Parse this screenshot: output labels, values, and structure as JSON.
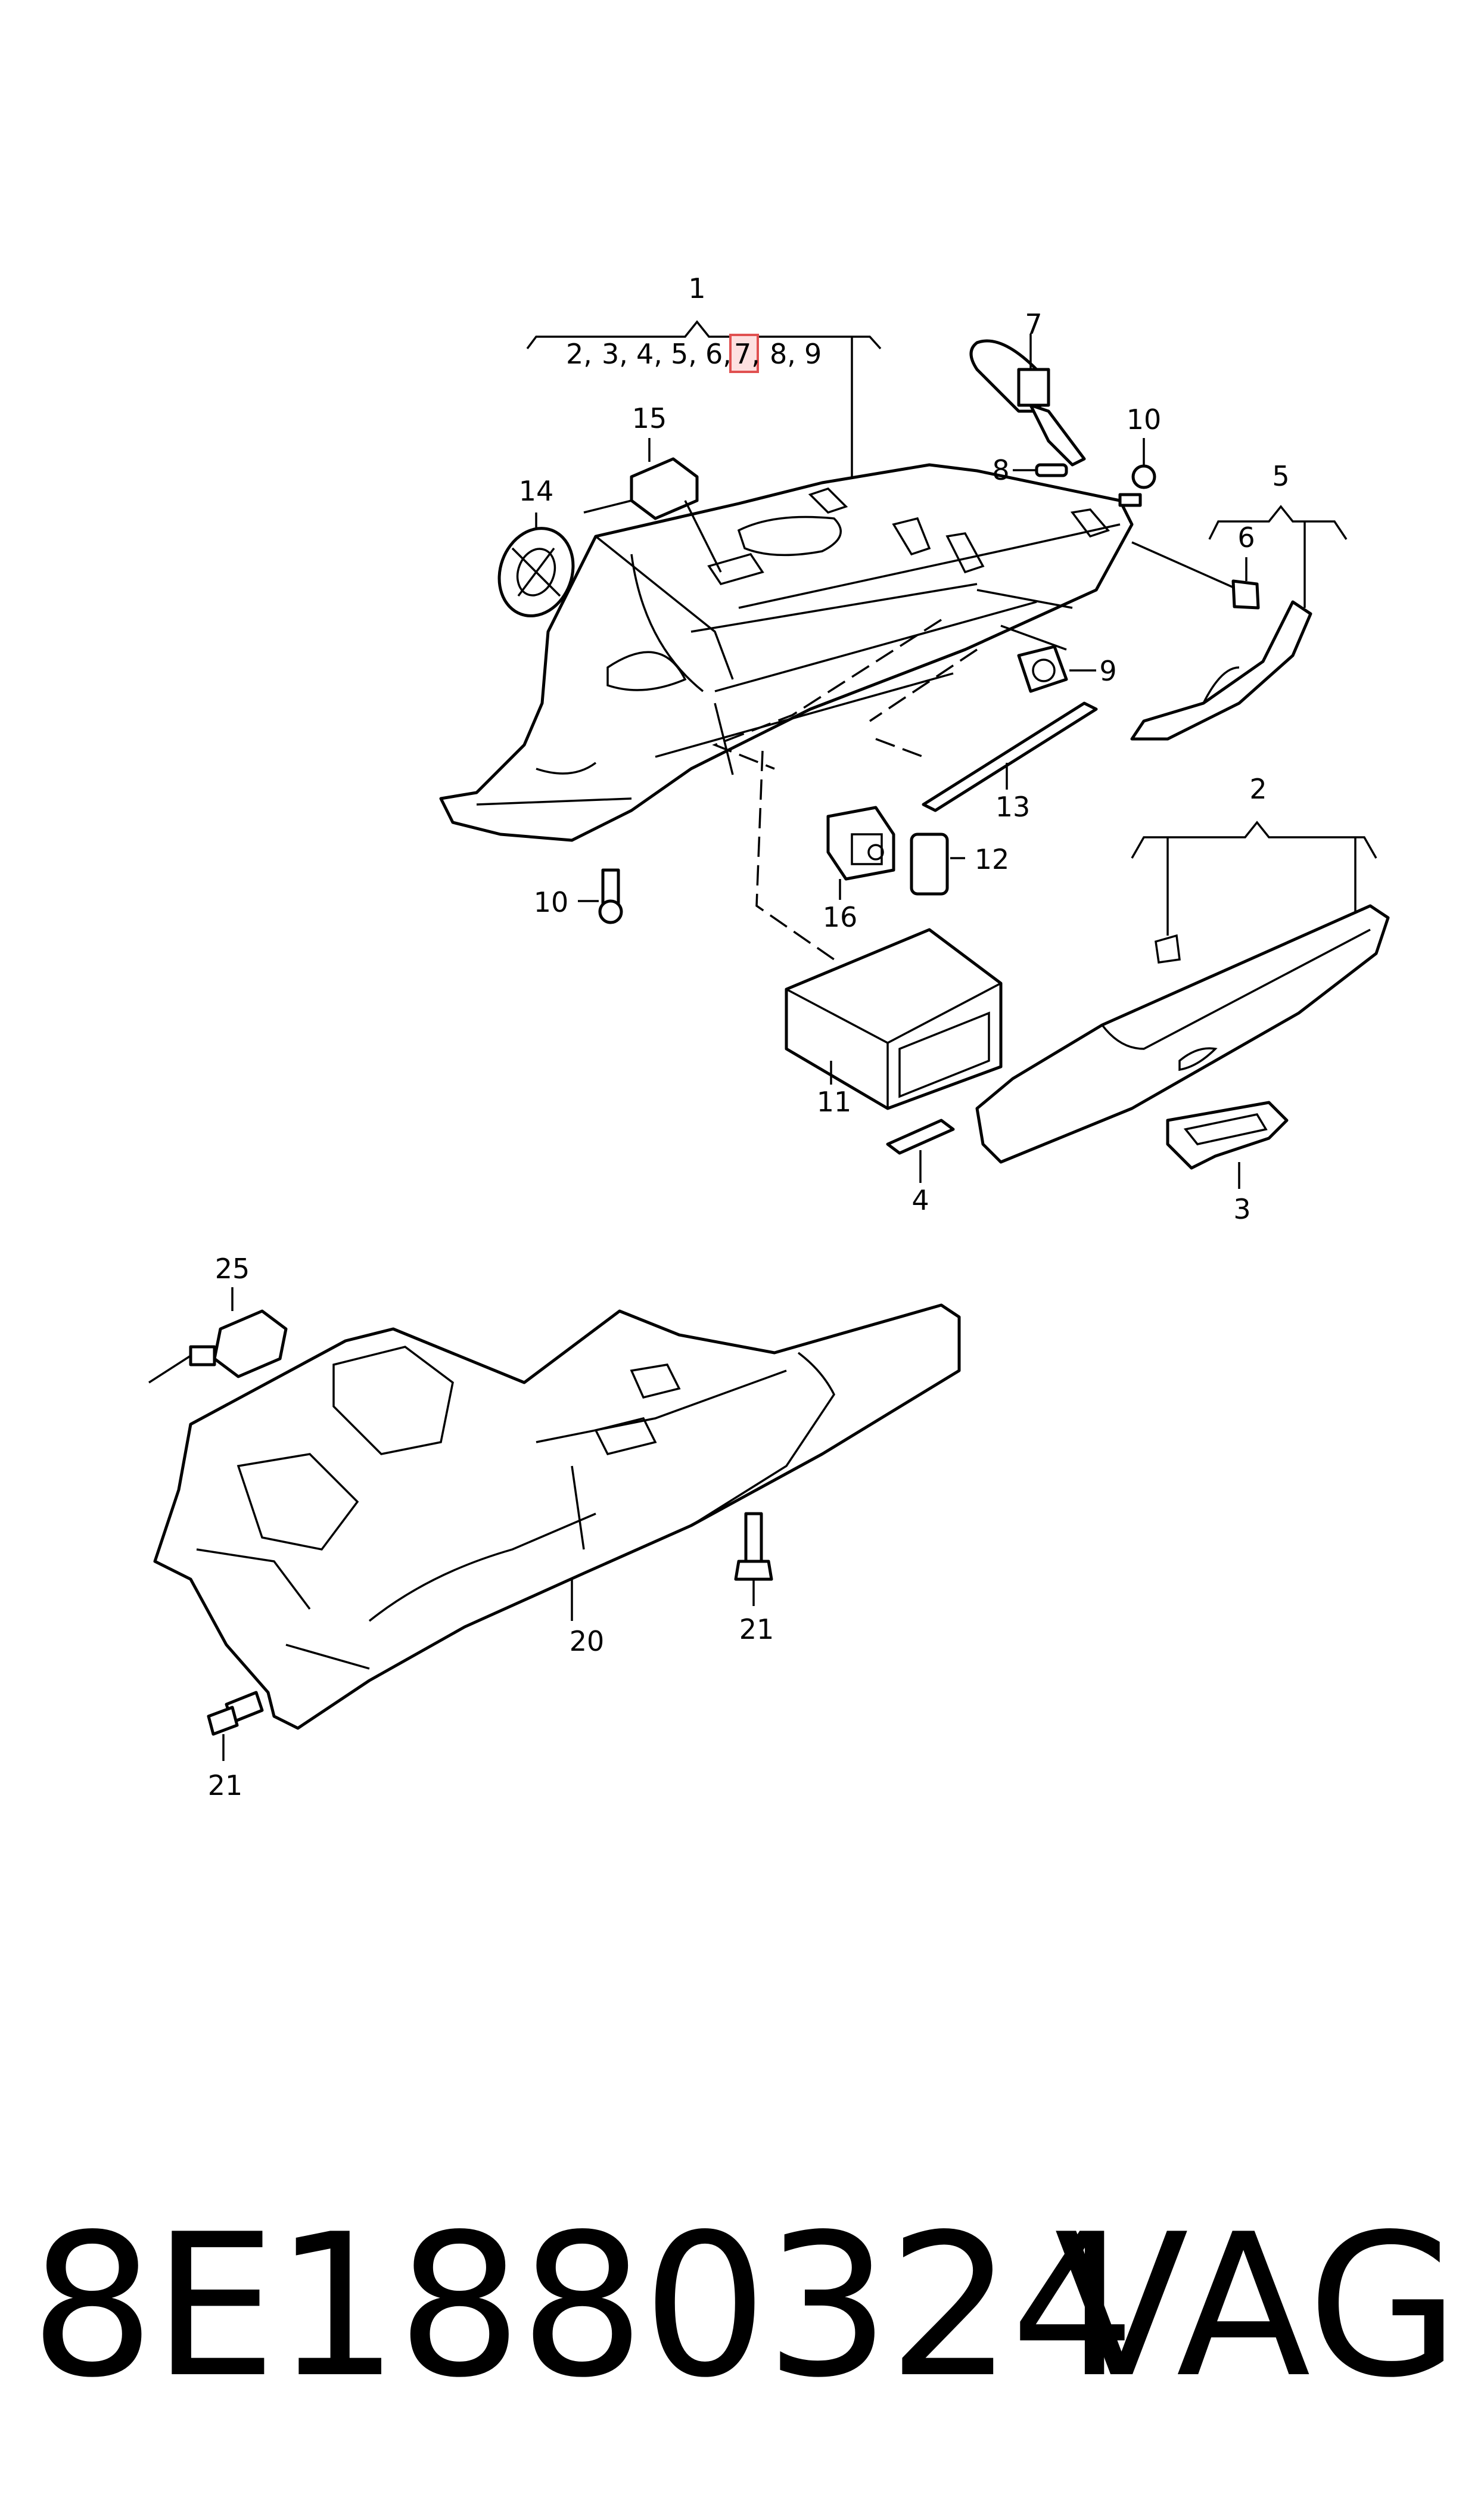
{
  "diagram": {
    "group_1": {
      "number": "1",
      "sub_items": [
        "2,",
        "3,",
        "4,",
        "5,",
        "6,",
        "7,",
        "8,",
        "9"
      ],
      "highlighted_item": "7,",
      "highlight_color": "#e05050"
    },
    "group_2": {
      "number": "2"
    },
    "group_5": {
      "number": "5"
    },
    "callouts": {
      "c3": "3",
      "c4": "4",
      "c6": "6",
      "c7": "7",
      "c8": "8",
      "c9": "9",
      "c10a": "10",
      "c10b": "10",
      "c11": "11",
      "c12": "12",
      "c13": "13",
      "c14": "14",
      "c15": "15",
      "c16": "16",
      "c20": "20",
      "c21a": "21",
      "c21b": "21",
      "c25": "25"
    }
  },
  "footer": {
    "part_number": "8E1880324",
    "brand": "VAG"
  }
}
